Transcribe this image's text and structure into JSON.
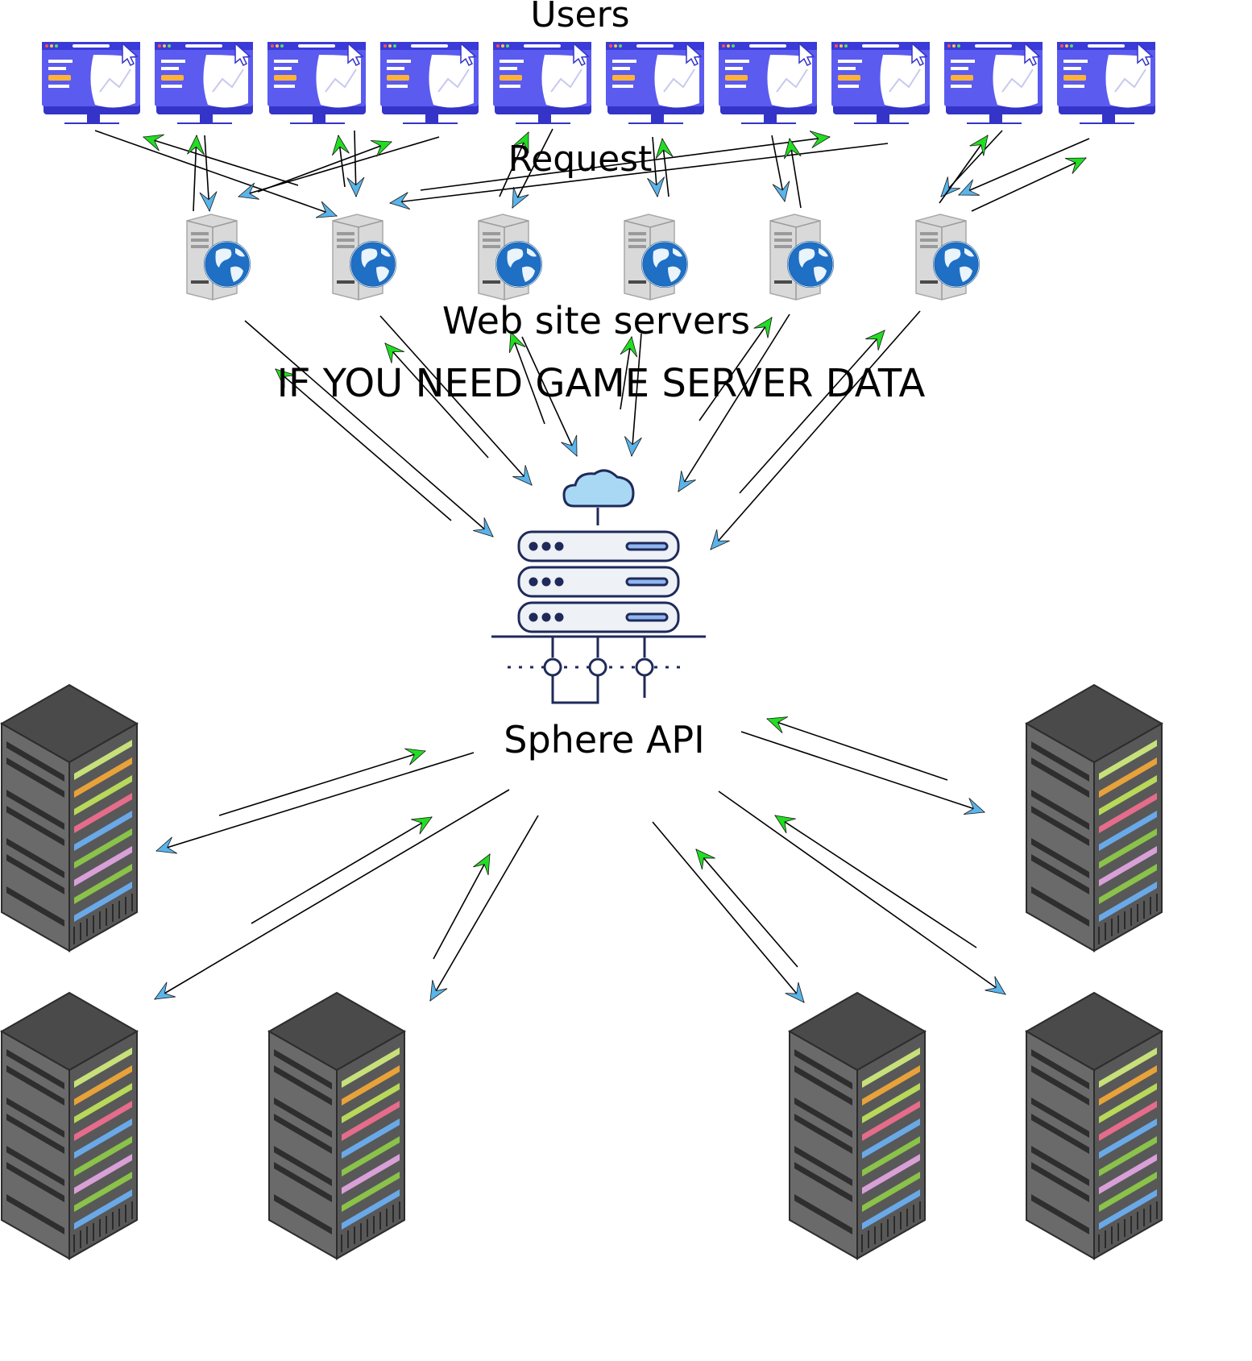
{
  "labels": {
    "users": "Users",
    "request": "Request",
    "web_site_servers": "Web site servers",
    "game_server_note": "IF YOU NEED GAME SERVER DATA",
    "sphere_api": "Sphere API"
  },
  "colors": {
    "response_arrow": "#22dd22",
    "request_arrow": "#5ab4ea",
    "monitor": "#5b5bf0",
    "monitor_dark": "#3434c8",
    "rack_body": "#5e5e5e",
    "rack_top": "#4a4a4a",
    "api_icon_stroke": "#1f2a5a",
    "cloud": "#a9d8f5"
  },
  "icons": {
    "user": "monitor-browser-icon",
    "web_server": "web-server-globe-icon",
    "api": "cloud-server-stack-icon",
    "game_server": "server-rack-icon"
  },
  "counts": {
    "users": 10,
    "web_servers": 6,
    "game_servers": 6
  }
}
